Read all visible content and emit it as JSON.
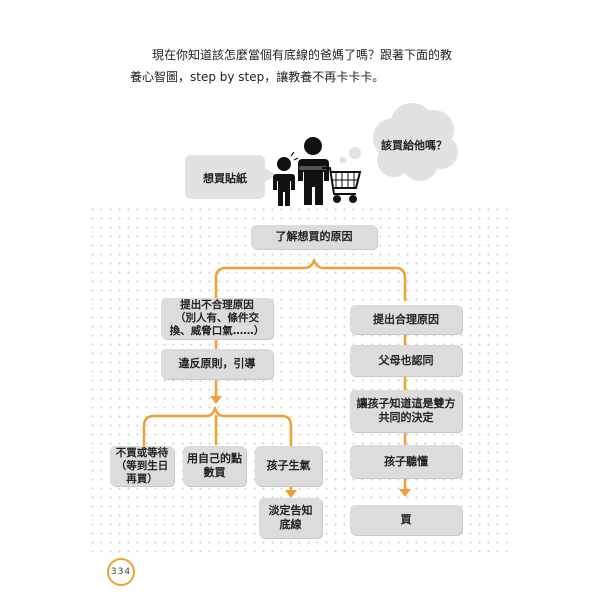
{
  "intro": {
    "line1": "現在你知道該怎麼當個有底線的爸媽了嗎？跟著下面的教",
    "line2": "養心智圖，step by step，讓教養不再卡卡卡。"
  },
  "scene": {
    "child_bubble": "想買貼紙",
    "parent_thought": "該買給他嗎？"
  },
  "flow": {
    "root": "了解想買的原因",
    "left_branch": {
      "unreasonable": "提出不合理原因\n（別人有、條件交\n換、威脅口氣……）",
      "violate": "違反原則，引導",
      "options": {
        "wait": "不買或等待\n（等到生日\n再買）",
        "own_money": "用自己的點\n數買",
        "angry": "孩子生氣"
      },
      "calm": "淡定告知\n底線"
    },
    "right_branch": {
      "reasonable": "提出合理原因",
      "agree": "父母也認同",
      "joint": "讓孩子知道這是雙方\n共同的決定",
      "understand": "孩子聽懂",
      "buy": "買"
    }
  },
  "colors": {
    "accent": "#f0a030",
    "box": "#dcdcdc"
  },
  "page": {
    "number": "334"
  }
}
